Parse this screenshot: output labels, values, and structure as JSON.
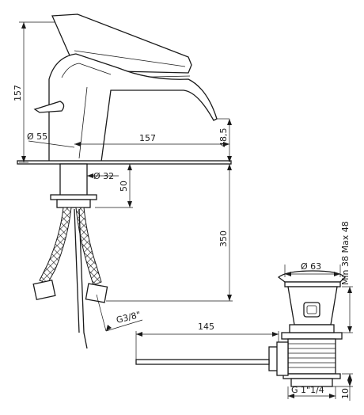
{
  "faucet": {
    "height_total": "157",
    "spout_reach": "157",
    "spout_height": "48,5",
    "base_diameter": "Ø 55",
    "shank_diameter": "Ø 32",
    "shank_length": "50",
    "hose_length": "350",
    "hose_thread": "G3/8\""
  },
  "waste": {
    "cap_diameter": "Ø 63",
    "rod_length": "145",
    "thickness_range": "Min 38  Max 48",
    "thread": "G 1\"1/4",
    "bottom_height": "10"
  }
}
